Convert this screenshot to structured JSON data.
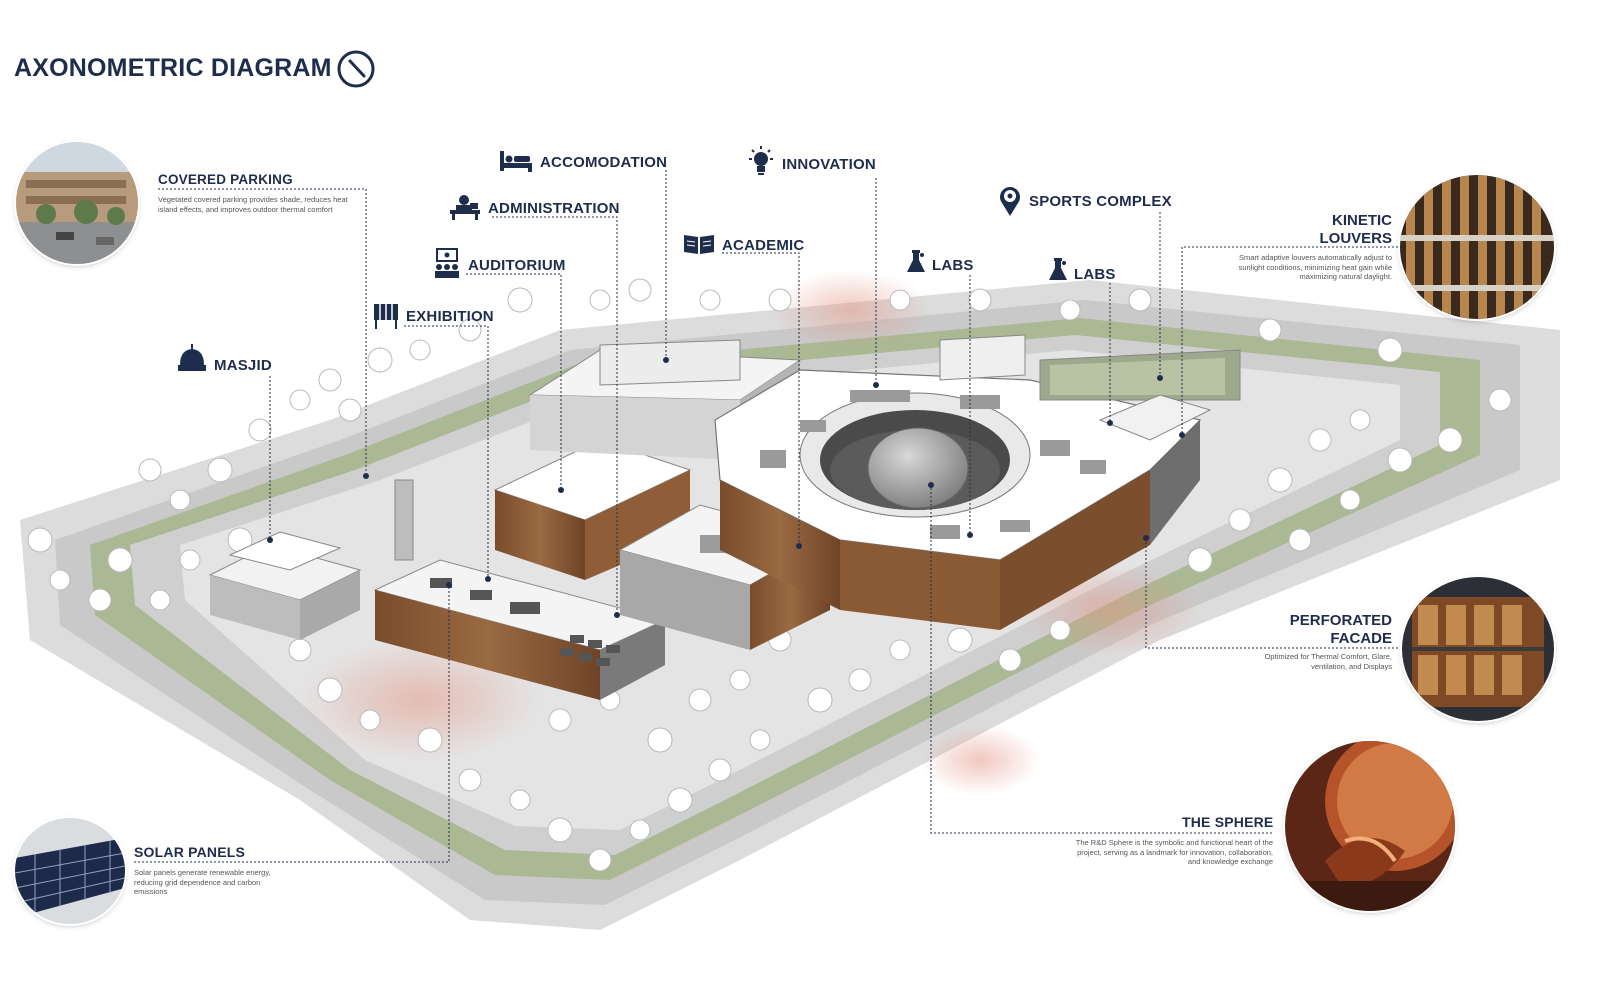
{
  "header": {
    "title": "AXONOMETRIC DIAGRAM"
  },
  "labels": {
    "accomodation": "ACCOMODATION",
    "innovation": "INNOVATION",
    "administration": "ADMINISTRATION",
    "academic": "ACADEMIC",
    "auditorium": "AUDITORIUM",
    "exhibition": "EXHIBITION",
    "masjid": "MASJID",
    "sports_complex": "SPORTS COMPLEX",
    "labs_1": "LABS",
    "labs_2": "LABS"
  },
  "features": {
    "covered_parking": {
      "title": "COVERED PARKING",
      "desc": "Vegetated covered parking provides shade, reduces heat island effects, and improves outdoor thermal comfort"
    },
    "kinetic_louvers": {
      "title_1": "KINETIC",
      "title_2": "LOUVERS",
      "desc": "Smart adaptive louvers automatically adjust to sunlight conditions, minimizing heat gain while maximizing natural daylight."
    },
    "perforated_facade": {
      "title_1": "PERFORATED",
      "title_2": "FACADE",
      "desc": "Optimized for Thermal Comfort, Glare, ventilation, and Displays"
    },
    "the_sphere": {
      "title": "THE SPHERE",
      "desc": "The R&D Sphere is the symbolic and functional heart of the project, serving as a landmark for innovation, collaboration, and knowledge exchange"
    },
    "solar_panels": {
      "title": "SOLAR PANELS",
      "desc": "Solar panels generate renewable energy, reducing grid dependence and carbon emissions"
    }
  },
  "icons": [
    "compass-icon",
    "bed-icon",
    "lightbulb-icon",
    "admin-desk-icon",
    "book-icon",
    "auditorium-icon",
    "exhibition-panel-icon",
    "dome-icon",
    "sports-ball-pin-icon",
    "flask-icon"
  ],
  "colors": {
    "accent": "#1f2d4d",
    "wood": "#8a5a35",
    "lawn": "#a9b794",
    "road": "#d6d6d6",
    "leader": "#1f2d4d"
  }
}
